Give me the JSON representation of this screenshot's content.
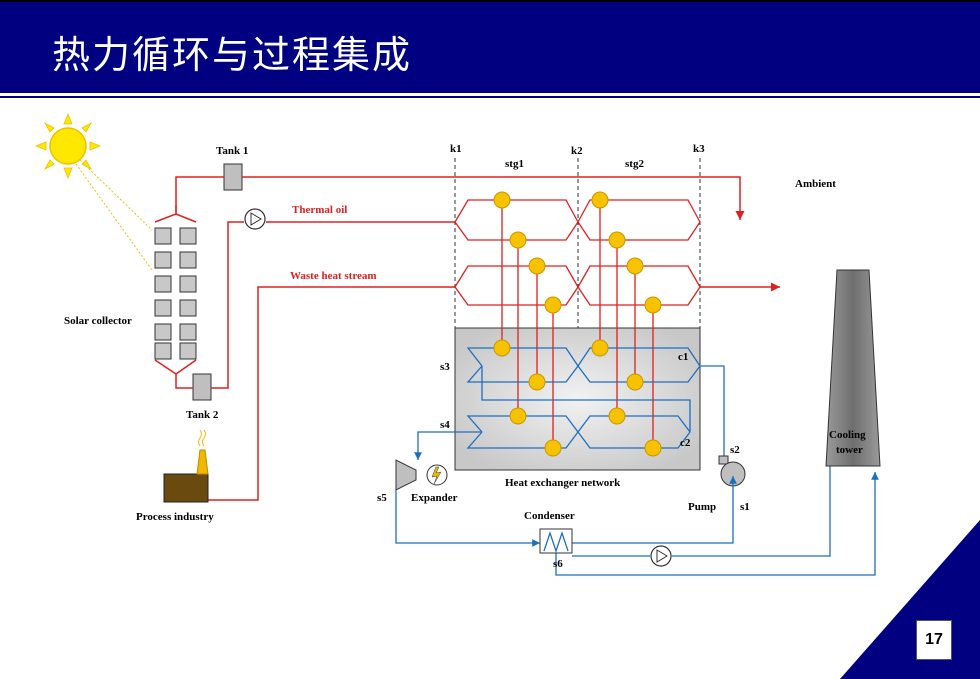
{
  "header": {
    "title": "热力循环与过程集成"
  },
  "page_number": "17",
  "colors": {
    "header_bg": "#000080",
    "hot_stream": "#e02020",
    "cold_stream": "#1f6fbf",
    "exchanger": "#f7c200"
  },
  "labels": {
    "tank1": "Tank 1",
    "tank2": "Tank 2",
    "solar_collector": "Solar collector",
    "process_industry": "Process industry",
    "thermal_oil": "Thermal oil",
    "waste_heat": "Waste heat stream",
    "k1": "k1",
    "k2": "k2",
    "k3": "k3",
    "stg1": "stg1",
    "stg2": "stg2",
    "ambient": "Ambient",
    "s1": "s1",
    "s2": "s2",
    "s3": "s3",
    "s4": "s4",
    "s5": "s5",
    "s6": "s6",
    "c1": "c1",
    "c2": "c2",
    "hen": "Heat exchanger network",
    "expander": "Expander",
    "pump": "Pump",
    "condenser": "Condenser",
    "cooling_tower_1": "Cooling",
    "cooling_tower_2": "tower"
  }
}
